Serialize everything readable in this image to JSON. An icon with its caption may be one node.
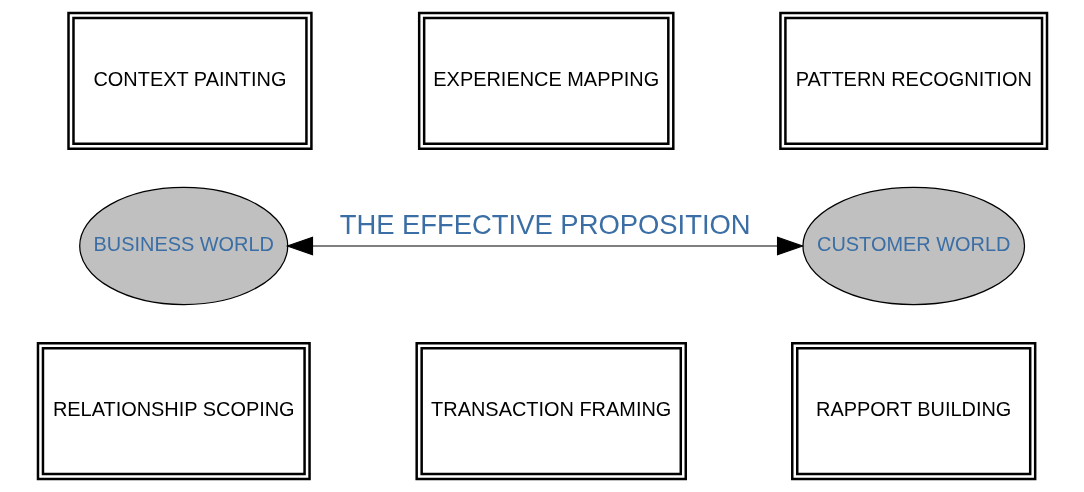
{
  "diagram": {
    "nodes": [
      {
        "text": [
          "CONTEXT PAINTING"
        ]
      },
      {
        "text": [
          "EXPERIENCE MAPPING"
        ]
      },
      {
        "text": [
          "PATTERN RECOGNITION"
        ]
      },
      {
        "text": [
          "BUSINESS WORLD"
        ]
      },
      {
        "text": [
          "CUSTOMER WORLD"
        ]
      },
      {
        "text": [
          "RELATIONSHIP SCOPING"
        ]
      },
      {
        "text": [
          "TRANSACTION FRAMING"
        ]
      },
      {
        "text": [
          "RAPPORT BUILDING"
        ]
      }
    ],
    "edges": [
      {
        "from": 3,
        "to": 4,
        "arrow": "both",
        "label": "THE EFFECTIVE PROPOSITION"
      }
    ]
  }
}
